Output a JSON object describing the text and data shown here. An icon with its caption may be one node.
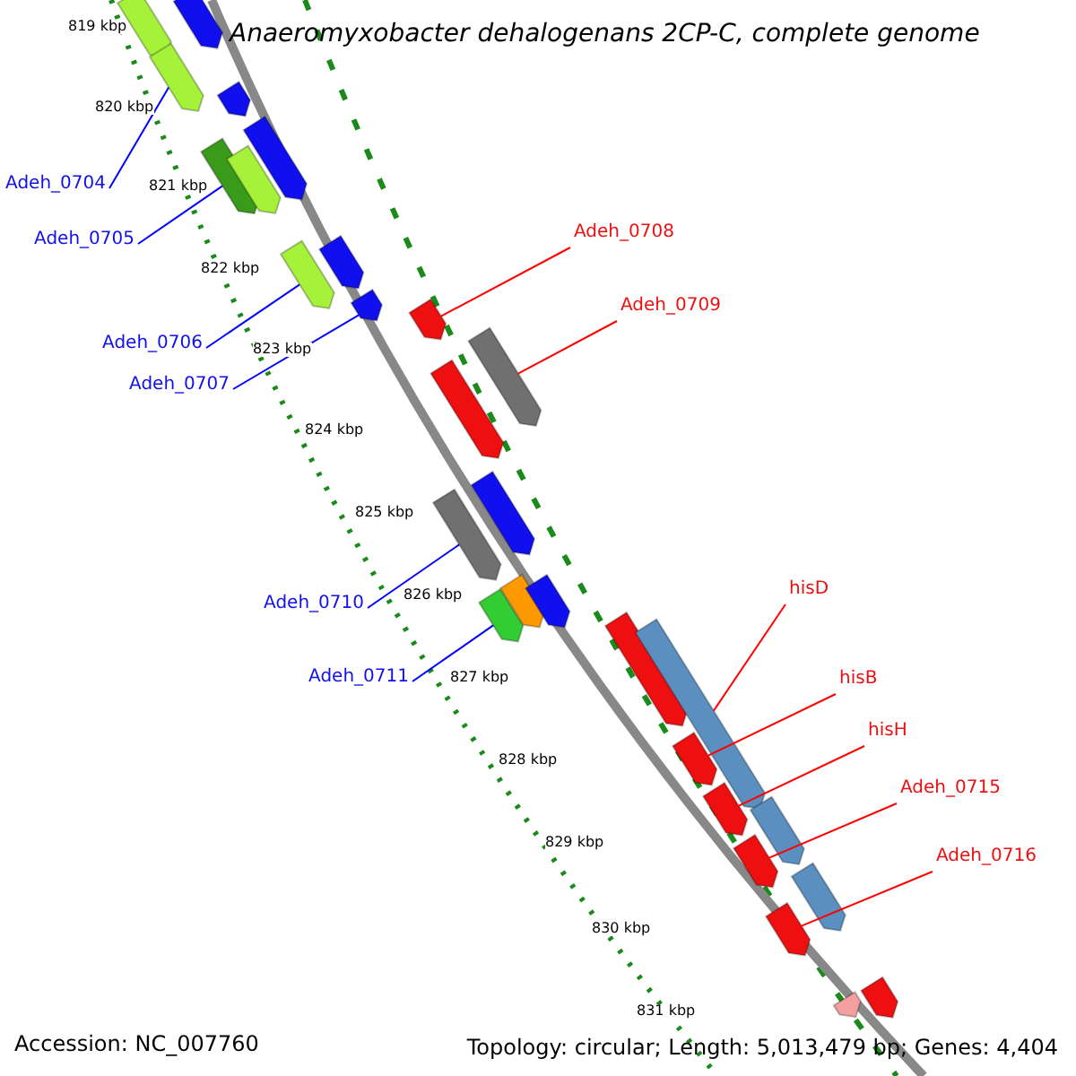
{
  "diagram": {
    "title": "Anaeromyxobacter dehalogenans 2CP-C, complete genome",
    "nodes": [
      {
        "text": [
          "Adeh_0704"
        ]
      },
      {
        "text": [
          "Adeh_0708"
        ]
      },
      {
        "text": [
          "Adeh_0705"
        ]
      },
      {
        "text": [
          "Adeh_0709"
        ]
      },
      {
        "text": [
          "Adeh_0706"
        ]
      },
      {
        "text": [
          "Adeh_0707"
        ]
      },
      {
        "text": [
          "hisD"
        ]
      },
      {
        "text": [
          "Adeh_0710"
        ]
      },
      {
        "text": [
          "Adeh_0711"
        ]
      },
      {
        "text": [
          "hisB"
        ]
      },
      {
        "text": [
          "hisH"
        ]
      },
      {
        "text": [
          "Adeh_0715"
        ]
      },
      {
        "text": [
          "Adeh_0716"
        ]
      },
      {
        "text": [],
        "shape": "bar"
      },
      {
        "text": [],
        "shape": "bar"
      },
      {
        "text": [],
        "shape": "bar"
      },
      {
        "text": [],
        "shape": "bar"
      },
      {
        "text": [],
        "shape": "bar"
      },
      {
        "text": [],
        "shape": "bar"
      },
      {
        "text": [],
        "shape": "bar"
      },
      {
        "text": [],
        "shape": "bar"
      },
      {
        "text": [],
        "shape": "bar"
      },
      {
        "text": [],
        "shape": "bar"
      },
      {
        "text": [],
        "shape": "bar"
      },
      {
        "text": [],
        "shape": "bar"
      },
      {
        "text": [],
        "shape": "bar"
      },
      {
        "text": [],
        "shape": "bar"
      },
      {
        "text": [],
        "shape": "bar"
      },
      {
        "text": [],
        "shape": "bar"
      },
      {
        "text": [],
        "shape": "bar"
      },
      {
        "text": [],
        "shape": "bar"
      },
      {
        "text": [],
        "shape": "bar"
      },
      {
        "text": [],
        "shape": "bar"
      },
      {
        "text": [],
        "shape": "bar"
      },
      {
        "text": [],
        "shape": "bar"
      },
      {
        "text": [],
        "shape": "bar"
      },
      {
        "text": [],
        "shape": "bar"
      },
      {
        "text": [],
        "shape": "bar"
      },
      {
        "text": [],
        "shape": "bar"
      },
      {
        "text": [],
        "shape": "bar"
      },
      {
        "text": [],
        "shape": "bar"
      }
    ],
    "edges": [
      {
        "from": 0,
        "to": 15,
        "arrow": "none",
        "color": "#0000ff"
      },
      {
        "from": 1,
        "to": 23,
        "arrow": "none",
        "color": "#ff0000"
      },
      {
        "from": 2,
        "to": 18,
        "arrow": "none",
        "color": "#0000ff"
      },
      {
        "from": 3,
        "to": 25,
        "arrow": "none",
        "color": "#ff0000"
      },
      {
        "from": 4,
        "to": 20,
        "arrow": "none",
        "color": "#0000ff"
      },
      {
        "from": 5,
        "to": 22,
        "arrow": "none",
        "color": "#0000ff"
      },
      {
        "from": 6,
        "to": 32,
        "arrow": "none",
        "color": "#ff0000"
      },
      {
        "from": 7,
        "to": 26,
        "arrow": "none",
        "color": "#0000ff"
      },
      {
        "from": 8,
        "to": 28,
        "arrow": "none",
        "color": "#0000ff"
      },
      {
        "from": 9,
        "to": 35,
        "arrow": "none",
        "color": "#ff0000"
      },
      {
        "from": 10,
        "to": 36,
        "arrow": "none",
        "color": "#ff0000"
      },
      {
        "from": 11,
        "to": 37,
        "arrow": "none",
        "color": "#ff0000"
      },
      {
        "from": 12,
        "to": 38,
        "arrow": "none",
        "color": "#ff0000"
      }
    ],
    "labels": [
      "819 kbp",
      "820 kbp",
      "821 kbp",
      "822 kbp",
      "823 kbp",
      "824 kbp",
      "825 kbp",
      "826 kbp",
      "827 kbp",
      "828 kbp",
      "829 kbp",
      "830 kbp",
      "831 kbp",
      "Accession: NC_007760",
      "Topology: circular; Length: 5,013,479 bp; Genes: 4,404"
    ]
  }
}
